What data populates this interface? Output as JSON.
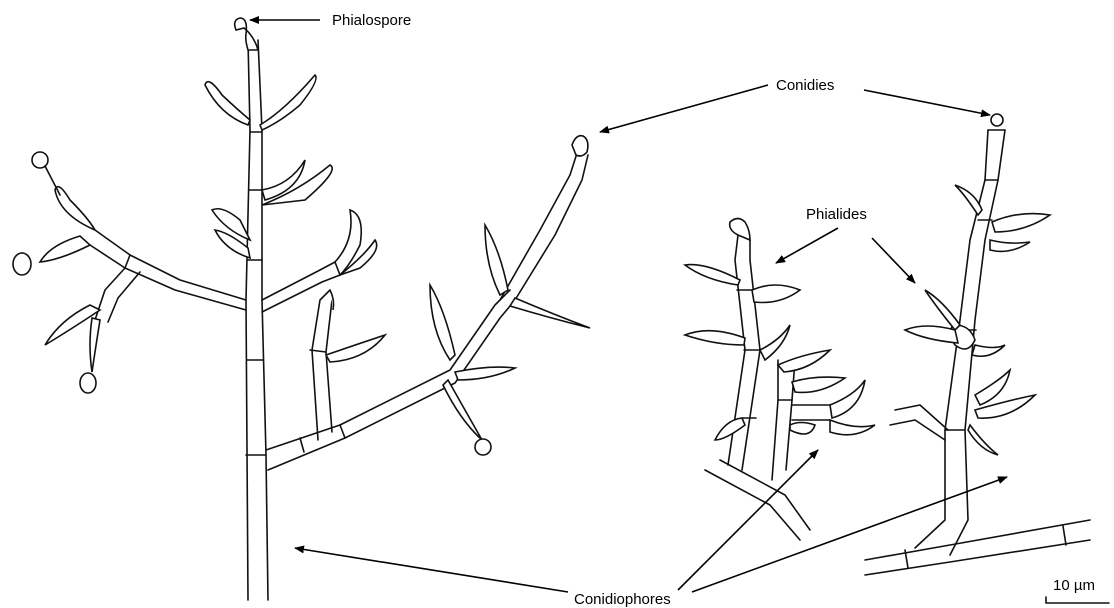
{
  "labels": {
    "phialospore": "Phialospore",
    "conidies": "Conidies",
    "phialides": "Phialides",
    "conidiophores": "Conidiophores",
    "scale": "10 µm"
  }
}
